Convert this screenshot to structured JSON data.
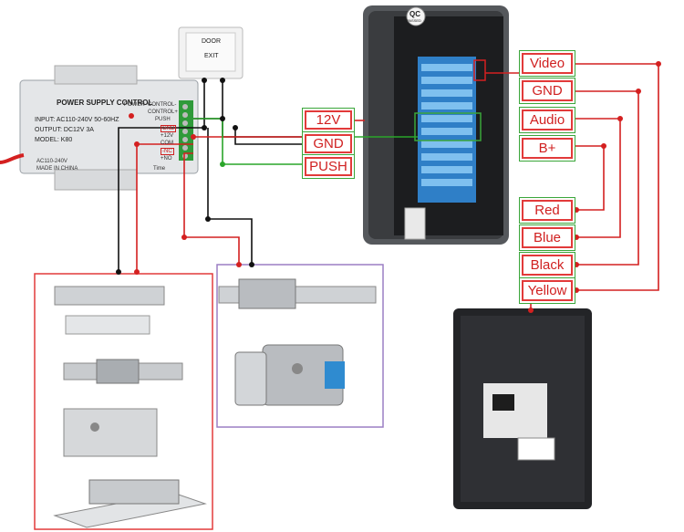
{
  "power_supply": {
    "title": "POWER SUPPLY CONTROL",
    "power_label": "POWER",
    "input": "INPUT: AC110-240V  50-60HZ",
    "output": "OUTPUT: DC12V  3A",
    "model": "MODEL: K80",
    "ac_label": "AC110-240V",
    "made_in": "MADE IN CHINA",
    "time_label": "Time",
    "terminals": [
      "CONTROL-",
      "CONTROL+",
      "PUSH",
      "GND",
      "+12V",
      "COM",
      "-NC",
      "+NO"
    ]
  },
  "exit_button": {
    "line1": "DOOR",
    "line2": "EXIT"
  },
  "panel": {
    "qc_label": "QC",
    "qc_sub": "PASSED"
  },
  "mid_labels": [
    "12V",
    "GND",
    "PUSH"
  ],
  "right_labels_top": [
    "Video",
    "GND",
    "Audio",
    "B+"
  ],
  "right_labels_bottom": [
    "Red",
    "Blue",
    "Black",
    "Yellow"
  ],
  "colors": {
    "wire_red": "#d42020",
    "wire_green": "#2aa52a",
    "wire_black": "#111111",
    "box_red": "#e23a3a",
    "box_purple": "#9b7fc4"
  }
}
